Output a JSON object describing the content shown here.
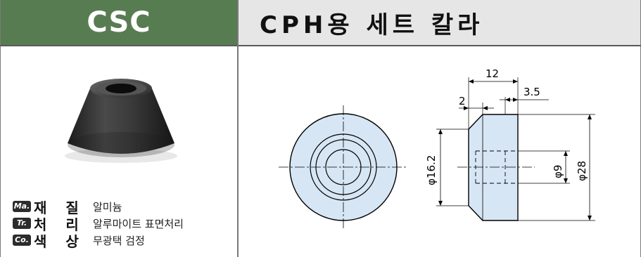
{
  "header": {
    "code": "CSC",
    "title": "CPH용 세트 칼라"
  },
  "specs": [
    {
      "tag": "Ma.",
      "label": "재 질",
      "value": "알미늄"
    },
    {
      "tag": "Tr.",
      "label": "처 리",
      "value": "알루마이트 표면처리"
    },
    {
      "tag": "Co.",
      "label": "색 상",
      "value": "무광택 검정"
    }
  ],
  "dimensions": {
    "total_width": "12",
    "step": "3.5",
    "chamfer": "2",
    "inner_dia": "φ16.2",
    "bore_dia": "φ9",
    "outer_dia": "φ28"
  },
  "colors": {
    "header_green": "#587c52",
    "header_gray": "#e6e6e6",
    "part_fill": "#d6e6f4"
  }
}
